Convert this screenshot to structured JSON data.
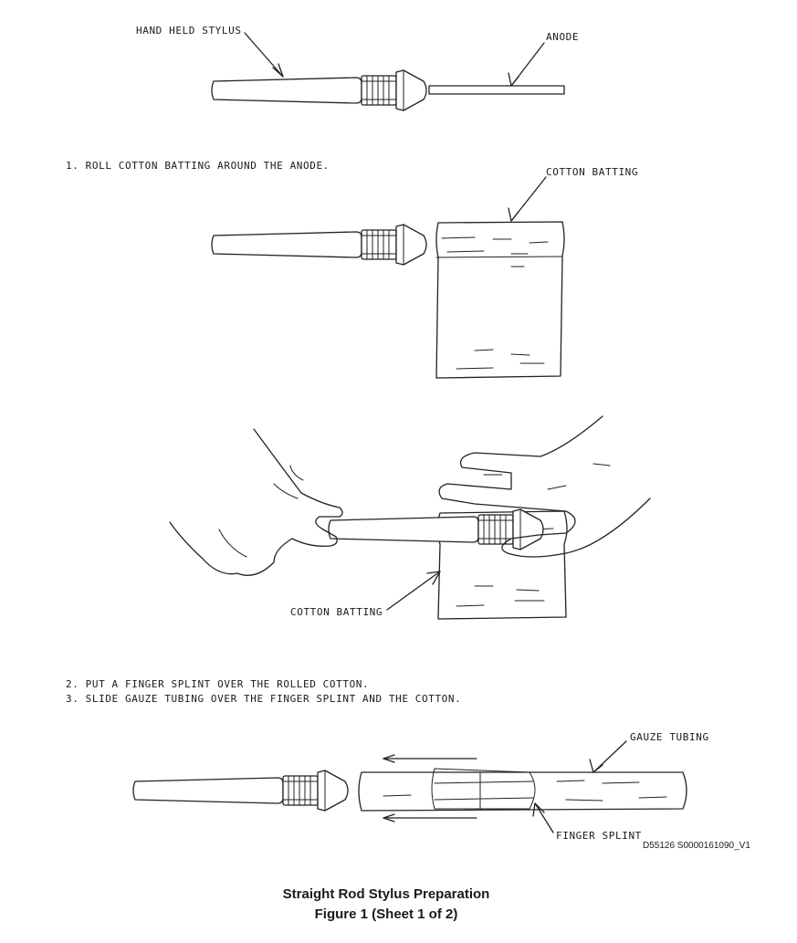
{
  "labels": {
    "hand_held_stylus": "HAND HELD STYLUS",
    "anode": "ANODE",
    "cotton_batting_1": "COTTON BATTING",
    "cotton_batting_2": "COTTON BATTING",
    "gauze_tubing": "GAUZE TUBING",
    "finger_splint": "FINGER SPLINT"
  },
  "steps": [
    "1. ROLL COTTON BATTING AROUND THE ANODE.",
    "2. PUT A FINGER SPLINT OVER THE ROLLED COTTON.",
    "3. SLIDE GAUZE TUBING OVER THE FINGER SPLINT AND THE COTTON."
  ],
  "document_id": "D55126 S0000161090_V1",
  "caption": {
    "title": "Straight Rod Stylus Preparation",
    "figure": "Figure 1  (Sheet 1 of 2)"
  }
}
